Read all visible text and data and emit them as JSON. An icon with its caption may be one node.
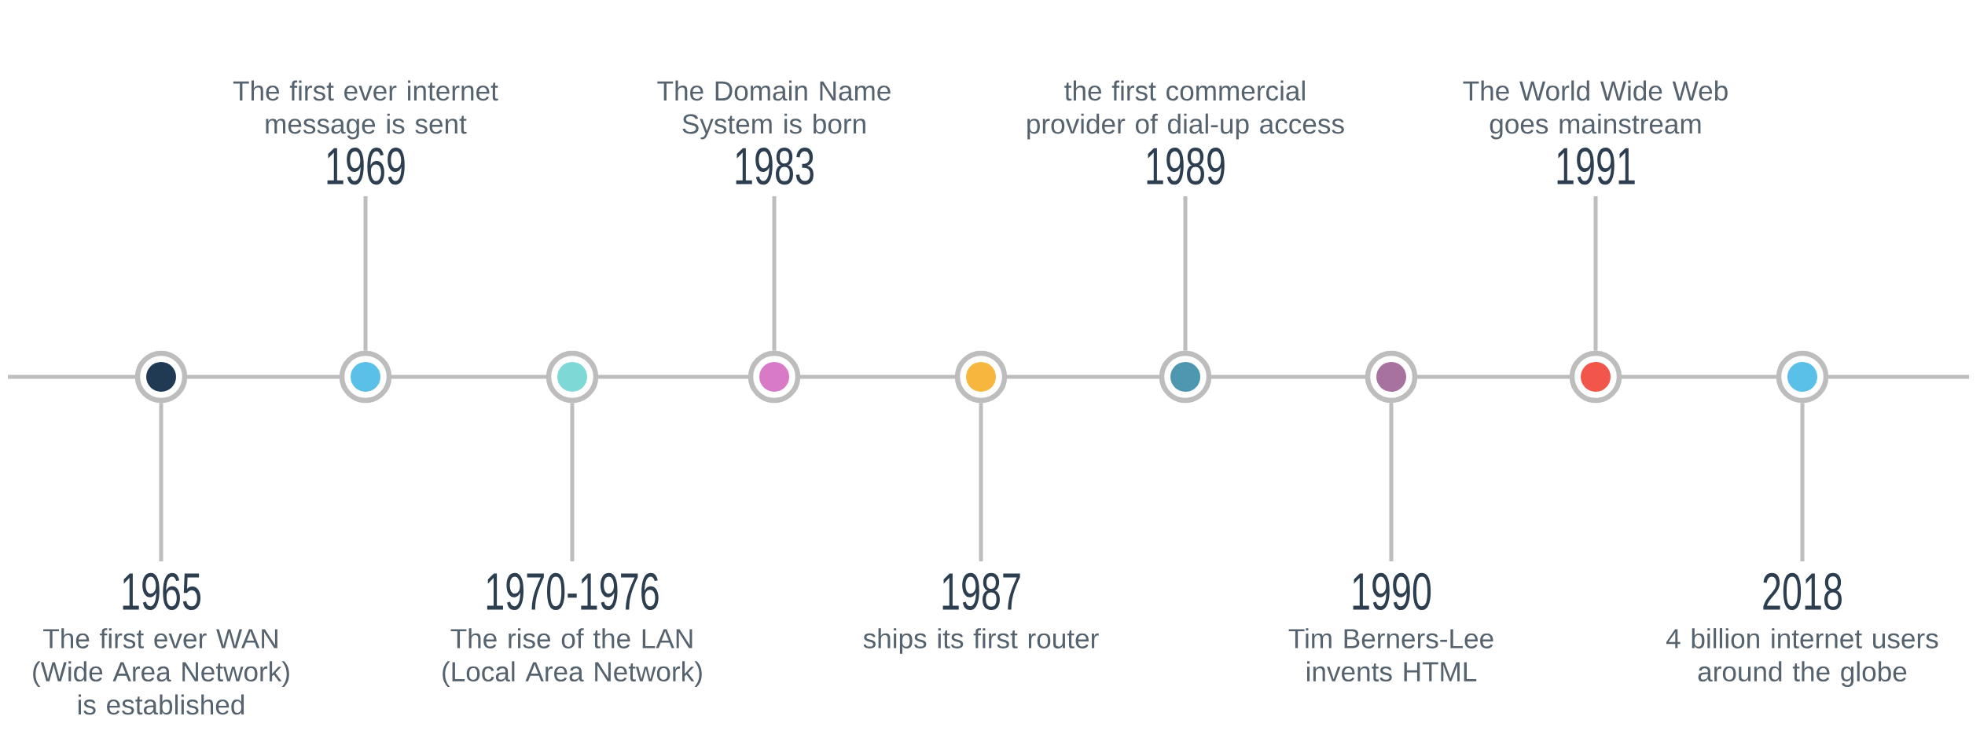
{
  "diagram": {
    "nodes": [
      {
        "text": [
          "1965",
          "The first ever WAN (Wide Area Network) is established"
        ]
      },
      {
        "text": [],
        "shape": "circle"
      },
      {
        "text": [
          "The first ever internet message is sent",
          "1969"
        ]
      },
      {
        "text": [],
        "shape": "circle"
      },
      {
        "text": [
          "1970-1976",
          "The rise of the LAN (Local Area Network)"
        ]
      },
      {
        "text": [],
        "shape": "circle"
      },
      {
        "text": [
          "The Domain Name System is born",
          "1983"
        ]
      },
      {
        "text": [],
        "shape": "circle"
      },
      {
        "text": [
          "1987",
          "ships its first router"
        ]
      },
      {
        "text": [],
        "shape": "circle"
      },
      {
        "text": [
          "the first commercial provider of dial-up access",
          "1989"
        ]
      },
      {
        "text": [],
        "shape": "circle"
      },
      {
        "text": [
          "1990",
          "Tim Berners-Lee invents HTML"
        ]
      },
      {
        "text": [],
        "shape": "circle"
      },
      {
        "text": [
          "The World Wide Web goes mainstream",
          "1991"
        ]
      },
      {
        "text": [],
        "shape": "circle"
      },
      {
        "text": [
          "2018",
          "4 billion internet users around the globe"
        ]
      },
      {
        "text": [],
        "shape": "circle"
      }
    ],
    "edges": [
      {
        "from": 0,
        "to": 1,
        "arrow": "none"
      },
      {
        "from": 2,
        "to": 3,
        "arrow": "none"
      },
      {
        "from": 4,
        "to": 5,
        "arrow": "none"
      },
      {
        "from": 6,
        "to": 7,
        "arrow": "none"
      },
      {
        "from": 8,
        "to": 9,
        "arrow": "none"
      },
      {
        "from": 10,
        "to": 11,
        "arrow": "none"
      },
      {
        "from": 12,
        "to": 13,
        "arrow": "none"
      },
      {
        "from": 14,
        "to": 15,
        "arrow": "none"
      },
      {
        "from": 16,
        "to": 17,
        "arrow": "none"
      }
    ]
  }
}
